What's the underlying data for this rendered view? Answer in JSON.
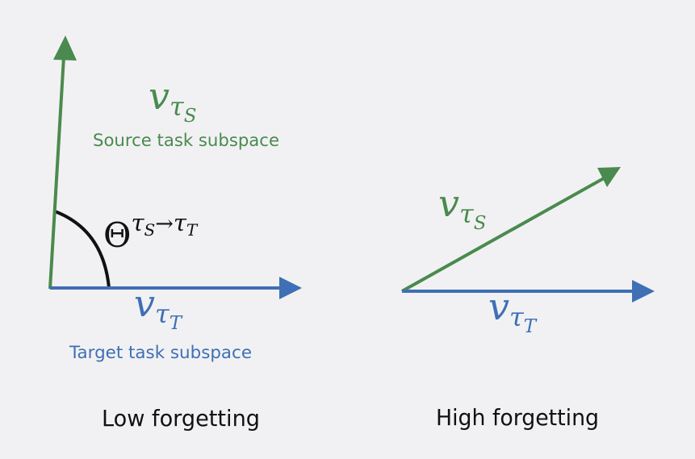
{
  "colors": {
    "source": "#4a8a4e",
    "target": "#3f6fb5",
    "angle_arc": "#111111",
    "text": "#111111",
    "background": "#f1f1f3"
  },
  "left_panel": {
    "source_vector_label": "v",
    "source_vector_sub": "τ",
    "source_vector_subsub": "S",
    "source_subspace_label": "Source task subspace",
    "angle_symbol": "Θ",
    "angle_sup_from": "τ",
    "angle_sup_from_sub": "S",
    "angle_sup_arrow": "→",
    "angle_sup_to": "τ",
    "angle_sup_to_sub": "T",
    "target_vector_label": "v",
    "target_vector_sub": "τ",
    "target_vector_subsub": "T",
    "target_subspace_label": "Target task subspace",
    "caption": "Low forgetting"
  },
  "right_panel": {
    "source_vector_label": "v",
    "source_vector_sub": "τ",
    "source_vector_subsub": "S",
    "target_vector_label": "v",
    "target_vector_sub": "τ",
    "target_vector_subsub": "T",
    "caption": "High forgetting"
  }
}
